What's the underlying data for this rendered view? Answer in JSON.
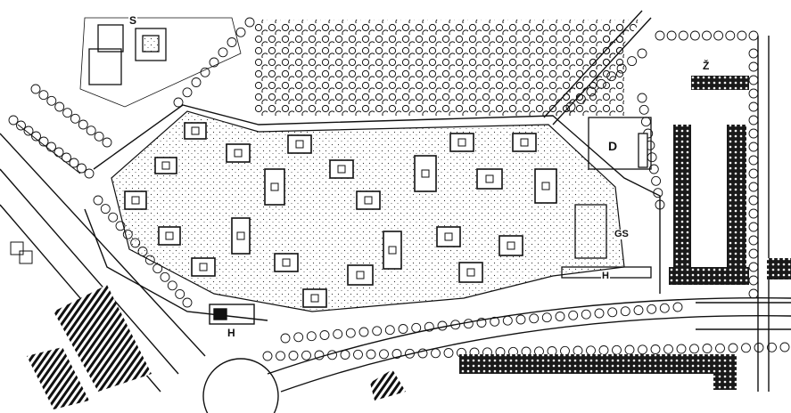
{
  "plan": {
    "labels": {
      "school": "S",
      "kindergarten": "D",
      "zone": "Ž",
      "garage": "GS",
      "hotel_east": "H",
      "hotel_south": "H"
    },
    "colors": {
      "ink": "#111111",
      "paper": "#ffffff"
    }
  }
}
